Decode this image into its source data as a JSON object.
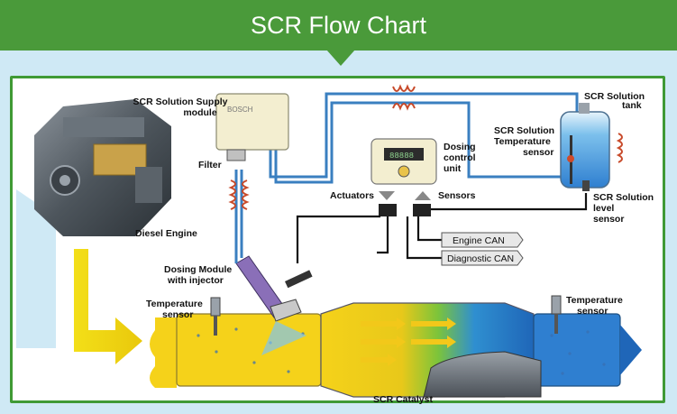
{
  "header": {
    "title": "SCR Flow Chart"
  },
  "labels": {
    "supply_module": [
      "SCR Solution Supply",
      "module"
    ],
    "filter": "Filter",
    "diesel_engine": "Diesel Engine",
    "dosing_module": [
      "Dosing Module",
      "with injector"
    ],
    "temp_sensor_left": [
      "Temperature",
      "sensor"
    ],
    "temp_sensor_right": [
      "Temperature",
      "sensor"
    ],
    "dcu": [
      "Dosing",
      "control",
      "unit"
    ],
    "actuators": "Actuators",
    "sensors": "Sensors",
    "engine_can": "Engine CAN",
    "diagnostic_can": "Diagnostic CAN",
    "tank": [
      "SCR Solution",
      "tank"
    ],
    "tank_temp_sensor": [
      "SCR Solution",
      "Temperature",
      "sensor"
    ],
    "level_sensor": [
      "SCR Solution",
      "level",
      "sensor"
    ],
    "catalyst": "SCR Catalyst",
    "supply_module_brand": "BOSCH",
    "dcu_display": "88888"
  },
  "colors": {
    "header_green": "#4a9a3a",
    "frame_green": "#3f9a35",
    "pipe_blue": "#3a7fc0",
    "flow_yellow": "#f2d21a",
    "flow_blue": "#2f7fd0",
    "canister_beige": "#f3eed0"
  }
}
